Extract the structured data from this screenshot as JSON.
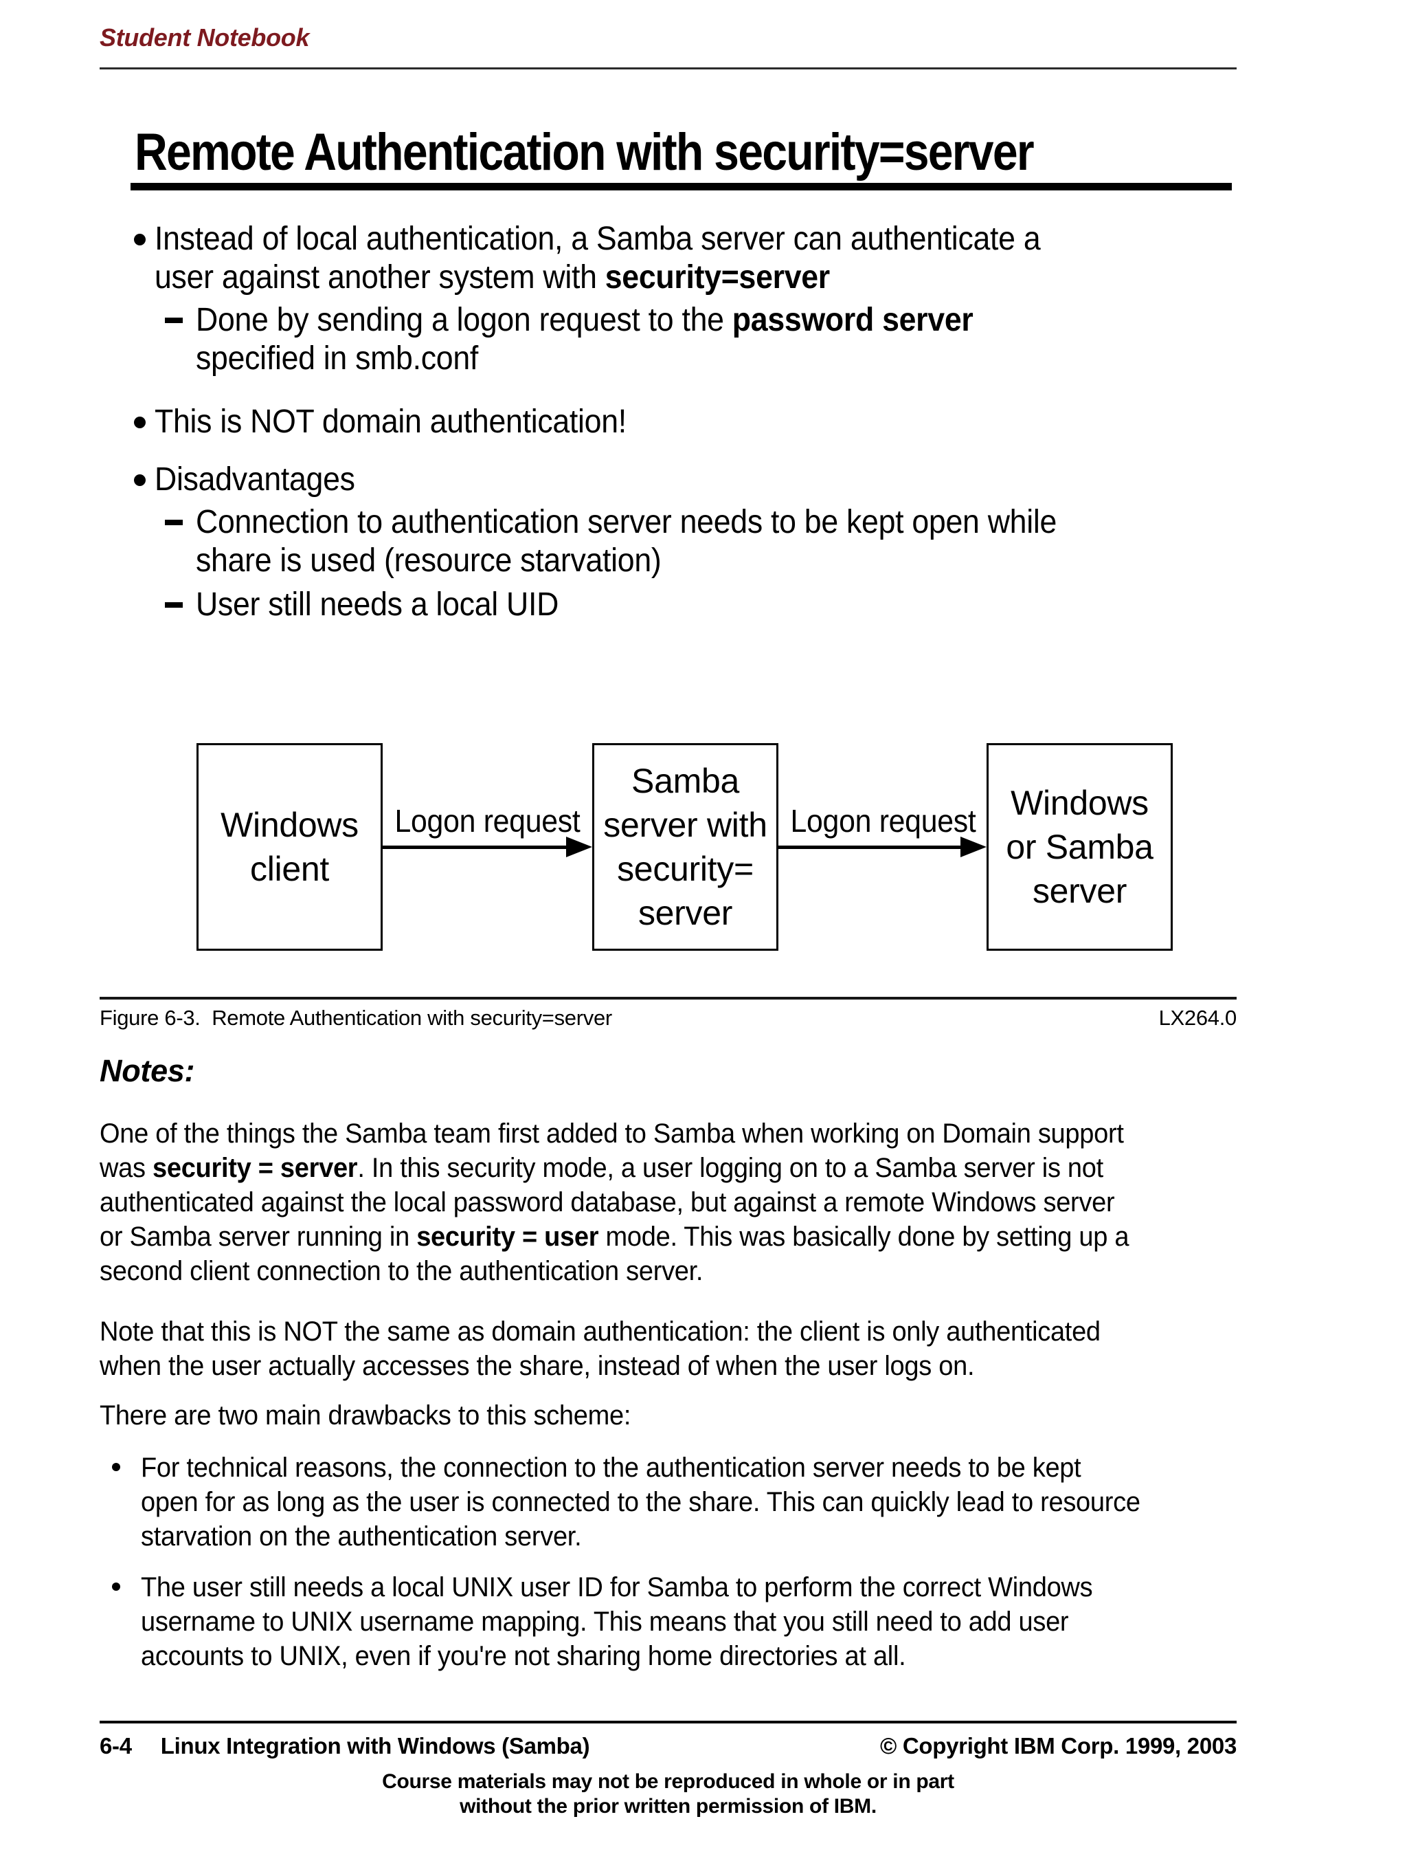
{
  "page": {
    "header_label": "Student Notebook",
    "title": "Remote Authentication with security=server",
    "accent_color": "#7d1a1f"
  },
  "slide": {
    "bullets": [
      {
        "type": "main",
        "lines": [
          [
            {
              "t": "Instead of local authentication, a Samba server can authenticate a"
            }
          ],
          [
            {
              "t": "user against another system with "
            },
            {
              "t": "security=server",
              "b": true
            }
          ]
        ]
      },
      {
        "type": "sub",
        "lines": [
          [
            {
              "t": "Done by sending a logon request to the "
            },
            {
              "t": "password server",
              "b": true
            }
          ],
          [
            {
              "t": "specified in smb.conf"
            }
          ]
        ]
      },
      {
        "type": "main",
        "lines": [
          [
            {
              "t": "This is NOT domain authentication!"
            }
          ]
        ]
      },
      {
        "type": "main",
        "lines": [
          [
            {
              "t": "Disadvantages"
            }
          ]
        ]
      },
      {
        "type": "sub",
        "lines": [
          [
            {
              "t": "Connection to authentication server needs to be kept open while"
            }
          ],
          [
            {
              "t": "share is used (resource starvation)"
            }
          ]
        ]
      },
      {
        "type": "sub",
        "lines": [
          [
            {
              "t": "User still needs a local UID"
            }
          ]
        ]
      }
    ]
  },
  "diagram": {
    "boxes": [
      {
        "name": "windows-client",
        "lines": [
          [
            {
              "t": "Windows"
            }
          ],
          [
            {
              "t": "client"
            }
          ]
        ]
      },
      {
        "name": "samba-server-security-server",
        "lines": [
          [
            {
              "t": "Samba"
            }
          ],
          [
            {
              "t": "server with"
            }
          ],
          [
            {
              "t": "security="
            }
          ],
          [
            {
              "t": "server"
            }
          ]
        ]
      },
      {
        "name": "windows-or-samba-server",
        "lines": [
          [
            {
              "t": "Windows"
            }
          ],
          [
            {
              "t": "or Samba"
            }
          ],
          [
            {
              "t": "server"
            }
          ]
        ]
      }
    ],
    "arrows": [
      {
        "label": "Logon request"
      },
      {
        "label": "Logon request"
      }
    ]
  },
  "figure_caption": {
    "label": "Figure 6-3.  Remote Authentication with security=server",
    "code": "LX264.0"
  },
  "notes": {
    "heading": "Notes:",
    "paragraphs": [
      {
        "lines": [
          [
            {
              "t": "One of the things the Samba team first added to Samba when working on Domain support"
            }
          ],
          [
            {
              "t": "was "
            },
            {
              "t": "security = server",
              "b": true
            },
            {
              "t": ". In this security mode, a user logging on to a Samba server is not"
            }
          ],
          [
            {
              "t": "authenticated against the local password database, but against a remote Windows server"
            }
          ],
          [
            {
              "t": "or Samba server running in "
            },
            {
              "t": "security = user",
              "b": true
            },
            {
              "t": " mode. This was basically done by setting up a"
            }
          ],
          [
            {
              "t": "second client connection to the authentication server."
            }
          ]
        ]
      },
      {
        "lines": [
          [
            {
              "t": "Note that this is NOT the same as domain authentication: the client is only authenticated"
            }
          ],
          [
            {
              "t": "when the user actually accesses the share, instead of when the user logs on."
            }
          ]
        ]
      },
      {
        "lines": [
          [
            {
              "t": "There are two main drawbacks to this scheme:"
            }
          ]
        ]
      }
    ],
    "bullets": [
      {
        "lines": [
          [
            {
              "t": "For technical reasons, the connection to the authentication server needs to be kept"
            }
          ],
          [
            {
              "t": "open for as long as the user is connected to the share. This can quickly lead to resource"
            }
          ],
          [
            {
              "t": "starvation on the authentication server."
            }
          ]
        ]
      },
      {
        "lines": [
          [
            {
              "t": "The user still needs a local UNIX user ID for Samba to perform the correct Windows"
            }
          ],
          [
            {
              "t": "username to UNIX username mapping. This means that you still need to add user"
            }
          ],
          [
            {
              "t": "accounts to UNIX, even if you're not sharing home directories at all."
            }
          ]
        ]
      }
    ]
  },
  "footer": {
    "page_number": "6-4",
    "course_title": "Linux Integration with Windows (Samba)",
    "copyright": "© Copyright IBM Corp. 1999, 2003",
    "notice_lines": [
      [
        {
          "t": "Course materials may not be reproduced in whole or in part"
        }
      ],
      [
        {
          "t": "without the prior written permission of IBM."
        }
      ]
    ]
  }
}
